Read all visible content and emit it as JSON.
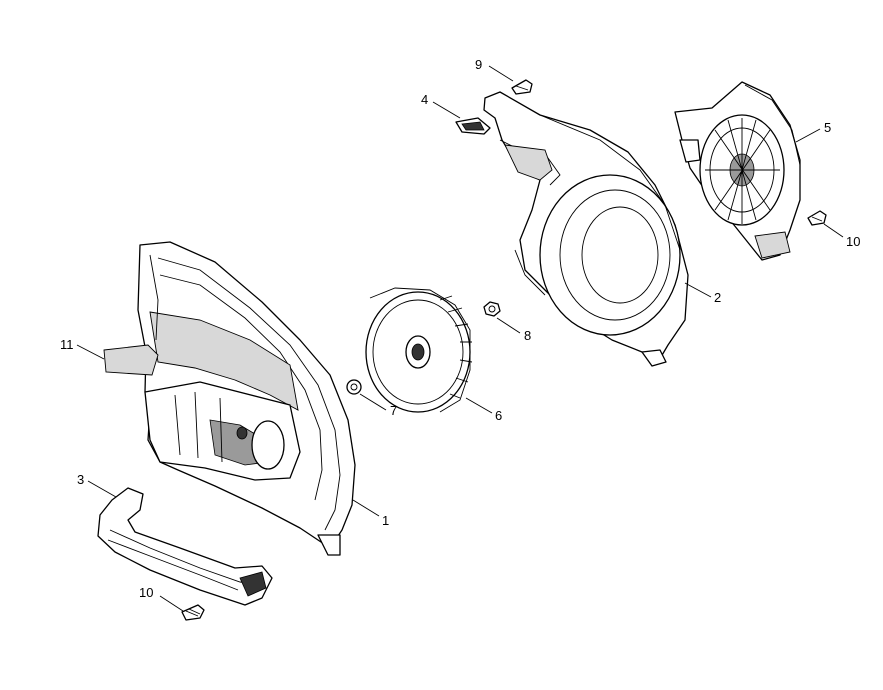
{
  "callouts": [
    "1",
    "2",
    "3",
    "4",
    "5",
    "6",
    "7",
    "8",
    "9",
    "10",
    "10",
    "11"
  ]
}
